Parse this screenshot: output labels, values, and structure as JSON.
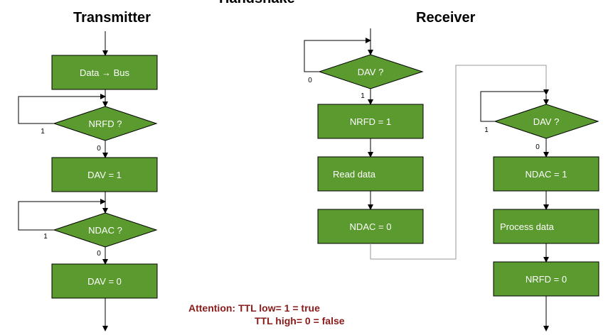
{
  "diagram": {
    "top_title_fragment": "Handshake",
    "transmitter_title": "Transmitter",
    "receiver_title": "Receiver",
    "note_line1": "Attention:  TTL low= 1 = true",
    "note_line2": "TTL high= 0 = false"
  },
  "transmitter": {
    "step1": "Data → Bus",
    "decision1": "NRFD ?",
    "decision1_loop": "1",
    "decision1_exit": "0",
    "step2": "DAV = 1",
    "decision2": "NDAC ?",
    "decision2_loop": "1",
    "decision2_exit": "0",
    "step3": "DAV = 0"
  },
  "receiver_left": {
    "decision1": "DAV ?",
    "decision1_loop": "0",
    "decision1_exit": "1",
    "step1": "NRFD = 1",
    "step2": "Read data",
    "step3": "NDAC = 0"
  },
  "receiver_right": {
    "decision1": "DAV ?",
    "decision1_loop": "1",
    "decision1_exit": "0",
    "step1": "NDAC = 1",
    "step2": "Process data",
    "step3": "NRFD = 0"
  },
  "colors": {
    "box_fill": "#5a9a2e",
    "note_text": "#8b1a1a"
  }
}
